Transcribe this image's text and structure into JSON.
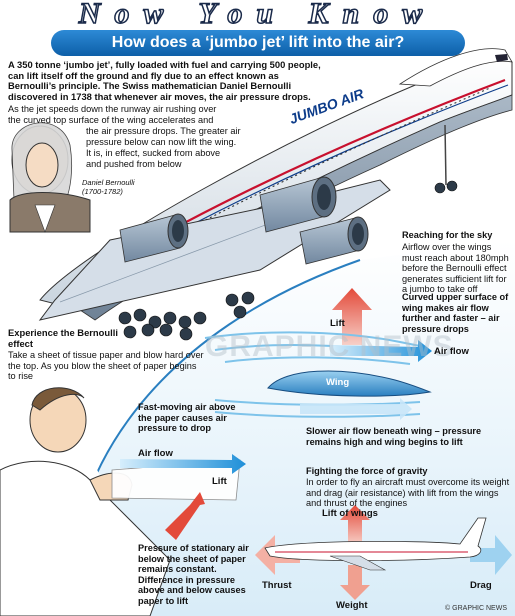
{
  "header": {
    "title": "Now You Know",
    "subtitle": "How does a ‘jumbo jet’ lift into the air?"
  },
  "intro": {
    "text": "A 350 tonne ‘jumbo jet’, fully loaded with fuel and carrying 500 people, can lift itself off the ground and fly due to an effect known as Bernoulli’s principle. The Swiss mathematician Daniel Bernoulli discovered in 1738 that whenever air moves, the air pressure drops.",
    "body_1": "As the jet speeds down the runway air rushing over",
    "body_2": "the curved top surface of the wing accelerates and",
    "body_3": "the air pressure drops. The greater air",
    "body_4": "pressure below can now lift the wing.",
    "body_5": "It is, in effect, sucked from above",
    "body_6": "and pushed from below"
  },
  "portrait": {
    "name": "Daniel Bernoulli",
    "dates": "(1700-1782)"
  },
  "plane_label": "JUMBO AIR",
  "sky": {
    "heading": "Reaching for the sky",
    "text": "Airflow over the wings must reach about 180mph before the Bernoulli effect generates sufficient lift for a jumbo to take off",
    "curved_heading": "Curved upper surface of wing makes air flow further and faster – air pressure drops"
  },
  "wing_diagram": {
    "lift": "Lift",
    "air_flow": "Air flow",
    "wing": "Wing",
    "slower": "Slower air flow beneath wing – pressure remains high and wing begins to lift"
  },
  "experience": {
    "heading": "Experience the Bernoulli effect",
    "text": "Take a sheet of tissue paper and blow hard over the top. As you blow the sheet of paper begins to rise",
    "fast_air": "Fast-moving air above the paper causes air pressure to drop",
    "air_flow": "Air flow",
    "lift": "Lift",
    "pressure": "Pressure of stationary air below the sheet of paper remains constant. Difference in pressure above and below causes paper to lift"
  },
  "gravity": {
    "heading": "Fighting the force of gravity",
    "text": "In order to fly an aircraft must overcome its weight and drag (air resistance) with lift from the wings and thrust of the engines",
    "lift_of_wings": "Lift of wings",
    "thrust": "Thrust",
    "drag": "Drag",
    "weight": "Weight"
  },
  "watermark": "GRAPHIC NEWS",
  "footer": "© GRAPHIC NEWS"
}
